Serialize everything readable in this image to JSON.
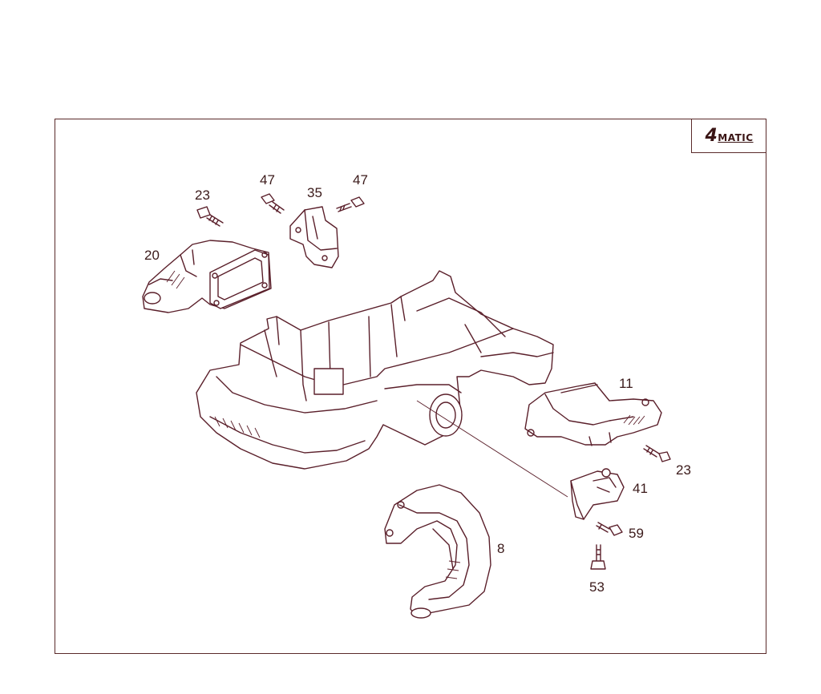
{
  "diagram": {
    "badge": {
      "prefix": "4",
      "suffix": "MATIC"
    },
    "callouts": [
      {
        "id": "c20",
        "label": "20"
      },
      {
        "id": "c23a",
        "label": "23"
      },
      {
        "id": "c47a",
        "label": "47"
      },
      {
        "id": "c35",
        "label": "35"
      },
      {
        "id": "c47b",
        "label": "47"
      },
      {
        "id": "c11",
        "label": "11"
      },
      {
        "id": "c23b",
        "label": "23"
      },
      {
        "id": "c41",
        "label": "41"
      },
      {
        "id": "c59",
        "label": "59"
      },
      {
        "id": "c8",
        "label": "8"
      },
      {
        "id": "c53",
        "label": "53"
      }
    ]
  }
}
